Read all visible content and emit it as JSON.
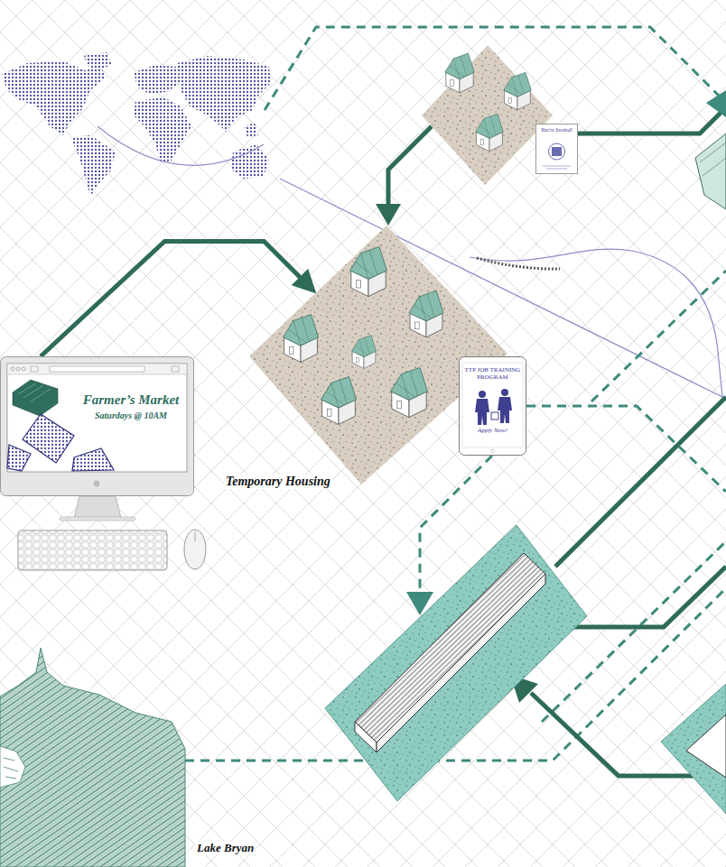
{
  "diagram": {
    "nodes": [
      {
        "text": [
          "You're Invited!"
        ]
      },
      {
        "text": [
          "Temporary Housing"
        ]
      },
      {
        "text": [
          "Farmer’s Market",
          "Saturdays @ 10AM"
        ]
      },
      {
        "text": [
          "TTP JOB TRAINING PROGRAM",
          "Apply Now!"
        ]
      },
      {
        "text": [
          "Lake Bryan"
        ]
      }
    ],
    "edges": [
      {
        "from": 2,
        "to": 1,
        "arrow": "to"
      }
    ]
  }
}
